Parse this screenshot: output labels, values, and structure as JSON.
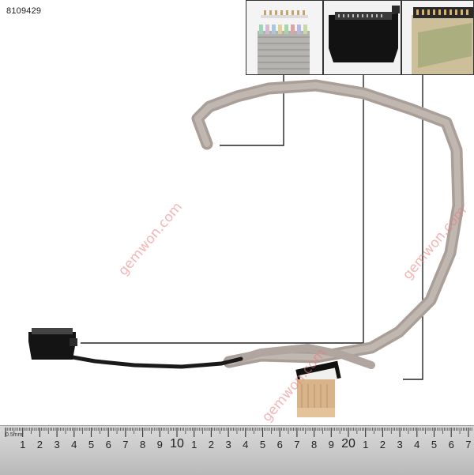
{
  "product_id": "8109429",
  "watermark": "gemwon.com",
  "ruler": {
    "unit_label": "0.5mm",
    "numbers": [
      "1",
      "2",
      "3",
      "4",
      "5",
      "6",
      "7",
      "8",
      "9",
      "10",
      "1",
      "2",
      "3",
      "4",
      "5",
      "6",
      "7",
      "8",
      "9",
      "20",
      "1",
      "2",
      "3",
      "4",
      "5",
      "6",
      "7"
    ]
  },
  "insets": [
    {
      "name": "connector-pins-closeup"
    },
    {
      "name": "black-connector-closeup"
    },
    {
      "name": "adhesive-connector-closeup"
    }
  ],
  "colors": {
    "cable_silver": "#b9aea8",
    "cable_black": "#1a1a1a",
    "connector_tan": "#d8b38a",
    "watermark": "#eb7878"
  }
}
